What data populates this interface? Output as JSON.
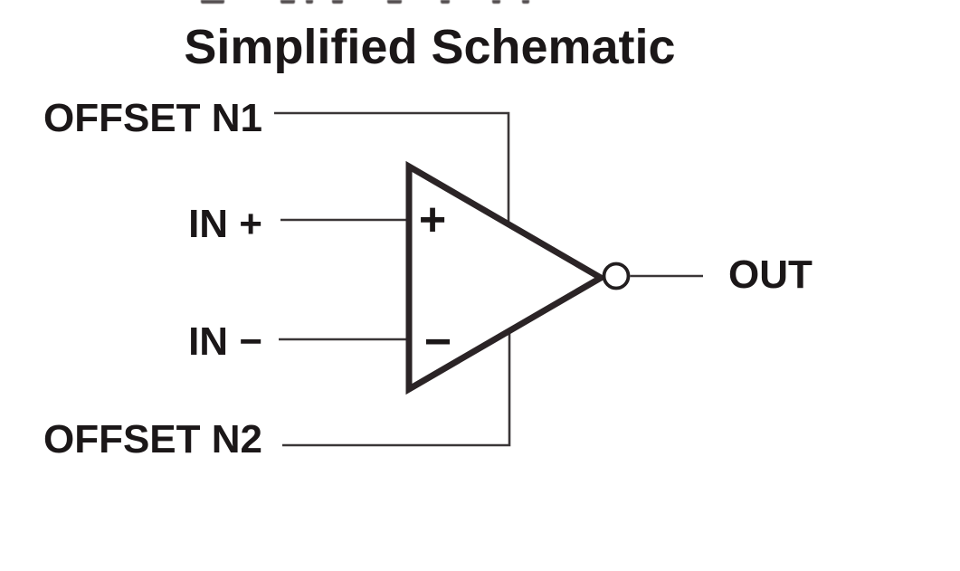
{
  "diagram": {
    "type": "op-amp simplified schematic",
    "title": "Simplified Schematic",
    "labels": {
      "offset_n1": "OFFSET N1",
      "in_plus": "IN +",
      "in_minus": "IN −",
      "offset_n2": "OFFSET N2",
      "out": "OUT",
      "noninverting_input_symbol": "+",
      "inverting_input_symbol": "−"
    },
    "shapes": {
      "amplifier_body": "triangle",
      "output_bubble": "inversion-circle"
    },
    "colors": {
      "paper": "#ffffff",
      "ink": "#2b2426",
      "wire": "#3a3637",
      "text": "#1b1718"
    }
  }
}
